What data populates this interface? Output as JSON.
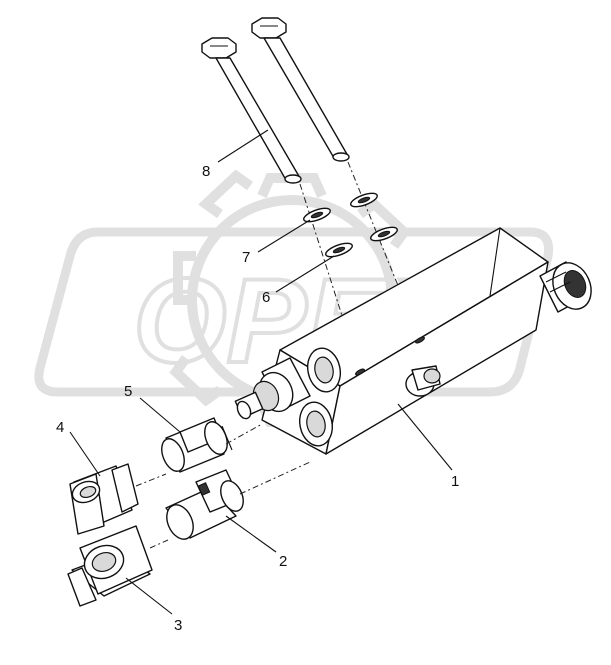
{
  "watermark": {
    "text": "OPEX",
    "color": "#d4d4d4"
  },
  "colors": {
    "line": "#111111",
    "fill": "#ffffff",
    "shade": "#d9d9d9",
    "dark": "#333333"
  },
  "callouts": [
    {
      "id": "1",
      "label": "1",
      "part": "valve-block"
    },
    {
      "id": "2",
      "label": "2",
      "part": "adapter-fitting"
    },
    {
      "id": "3",
      "label": "3",
      "part": "elbow-fitting-lower"
    },
    {
      "id": "4",
      "label": "4",
      "part": "elbow-fitting-upper"
    },
    {
      "id": "5",
      "label": "5",
      "part": "straight-adapter"
    },
    {
      "id": "6",
      "label": "6",
      "part": "o-ring-lower"
    },
    {
      "id": "7",
      "label": "7",
      "part": "o-ring-upper"
    },
    {
      "id": "8",
      "label": "8",
      "part": "mounting-bolts"
    }
  ]
}
